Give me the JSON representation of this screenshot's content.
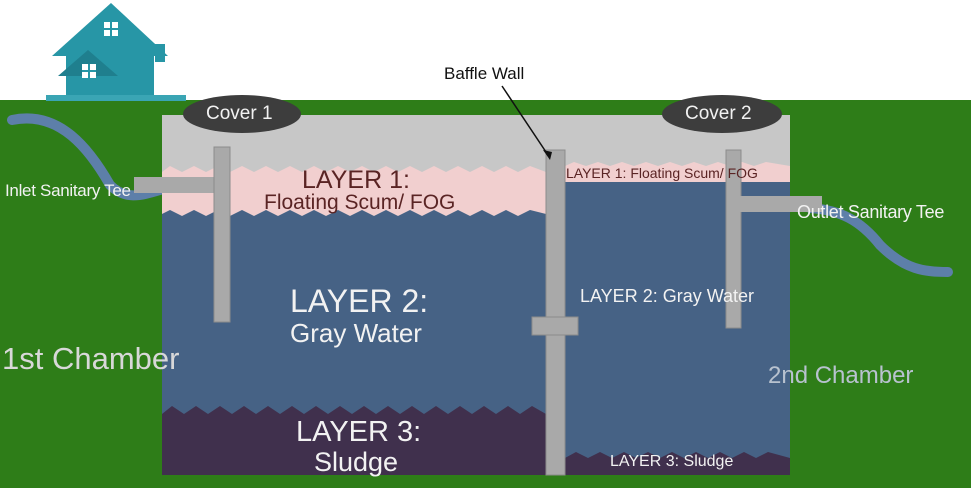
{
  "colors": {
    "ground": "#2e7d18",
    "sky": "#ffffff",
    "tank_air": "#c7c7c7",
    "scum": "#f1cfcf",
    "gray_water": "#466285",
    "sludge": "#40304d",
    "pipe": "#a9a9a9",
    "cover": "#3d3d3d",
    "house": "#2796a6",
    "text_light": "#f2f2f2",
    "text_dark": "#5a2424",
    "text_label": "#111111"
  },
  "labels": {
    "baffle_wall": "Baffle Wall",
    "cover_1": "Cover 1",
    "cover_2": "Cover 2",
    "inlet_tee": "Inlet Sanitary Tee",
    "outlet_tee": "Outlet Sanitary Tee",
    "chamber_1": "1st Chamber",
    "chamber_2": "2nd Chamber"
  },
  "chamber_1": {
    "layer_1_title": "LAYER 1:",
    "layer_1_name": "Floating Scum/ FOG",
    "layer_2_title": "LAYER 2:",
    "layer_2_name": "Gray Water",
    "layer_3_title": "LAYER 3:",
    "layer_3_name": "Sludge"
  },
  "chamber_2": {
    "layer_1": "LAYER 1: Floating Scum/ FOG",
    "layer_2": "LAYER 2: Gray Water",
    "layer_3": "LAYER 3: Sludge"
  },
  "icons": {
    "house": "house-icon"
  }
}
